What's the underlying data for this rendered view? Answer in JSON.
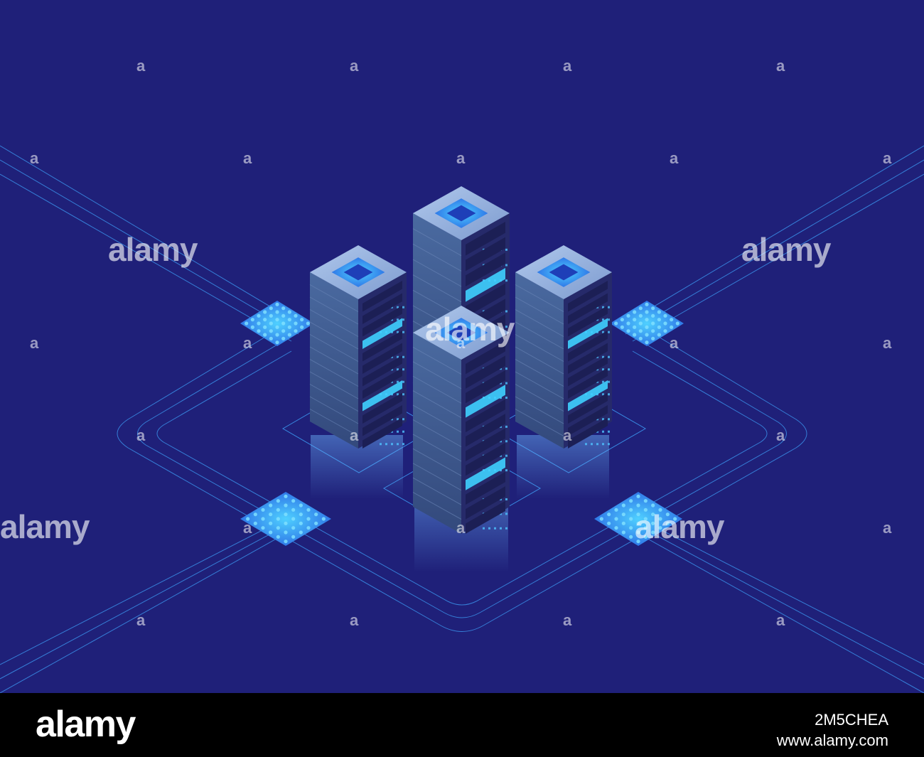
{
  "colors": {
    "background": "#1f2079",
    "line": "#3fa6ff",
    "glow": "#4fc3ff",
    "rack_side_left": "#3d5a8e",
    "rack_side_right": "#262a6a",
    "rack_top": "#8aa9d6",
    "footer": "#000000"
  },
  "illustration": {
    "subject": "isometric-server-racks",
    "rack_count": 4,
    "chip_pad_count": 4
  },
  "watermark": {
    "brand": "alamy",
    "letter": "a"
  },
  "footer": {
    "logo": "alamy",
    "image_id": "2M5CHEA",
    "url": "www.alamy.com"
  }
}
